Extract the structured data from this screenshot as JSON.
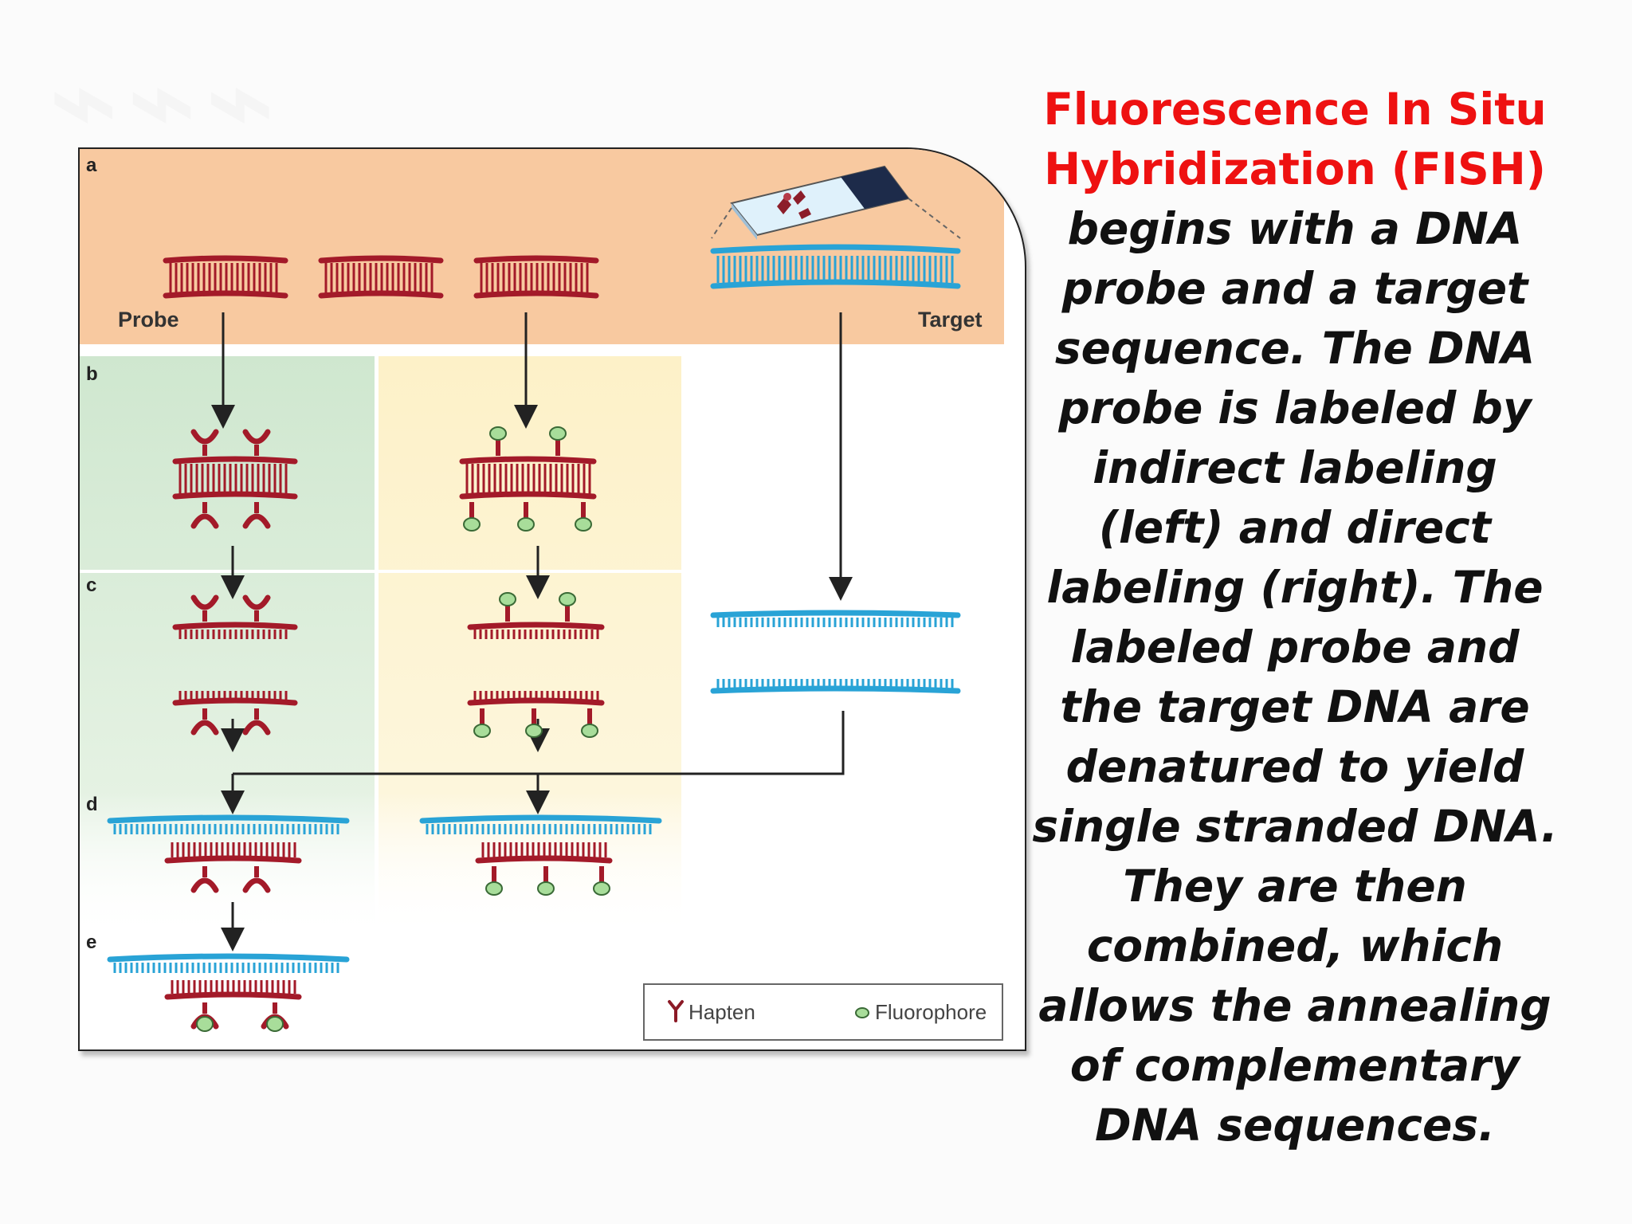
{
  "figure": {
    "panel_labels": [
      "a",
      "b",
      "c",
      "d",
      "e"
    ],
    "probe_label": "Probe",
    "target_label": "Target",
    "legend": {
      "hapten": "Hapten",
      "fluorophore": "Fluorophore"
    }
  },
  "caption": {
    "title": "Fluorescence In Situ Hybridization (FISH)",
    "body": "begins with a DNA probe and a target sequence. The DNA probe is labeled by indirect labeling (left) and direct labeling (right). The labeled probe and the target DNA are denatured to yield single stranded DNA. They are then combined, which allows the annealing of complementary DNA sequences."
  },
  "colors": {
    "probe_strand": "#a31a29",
    "target_strand": "#29a3d6",
    "panel_a_bg": "#f8c9a0",
    "indirect_bg": "#d6ebd6",
    "direct_bg": "#fdf4d2",
    "fluorophore_fill": "#a8dd9a",
    "title_red": "#ee1111"
  }
}
